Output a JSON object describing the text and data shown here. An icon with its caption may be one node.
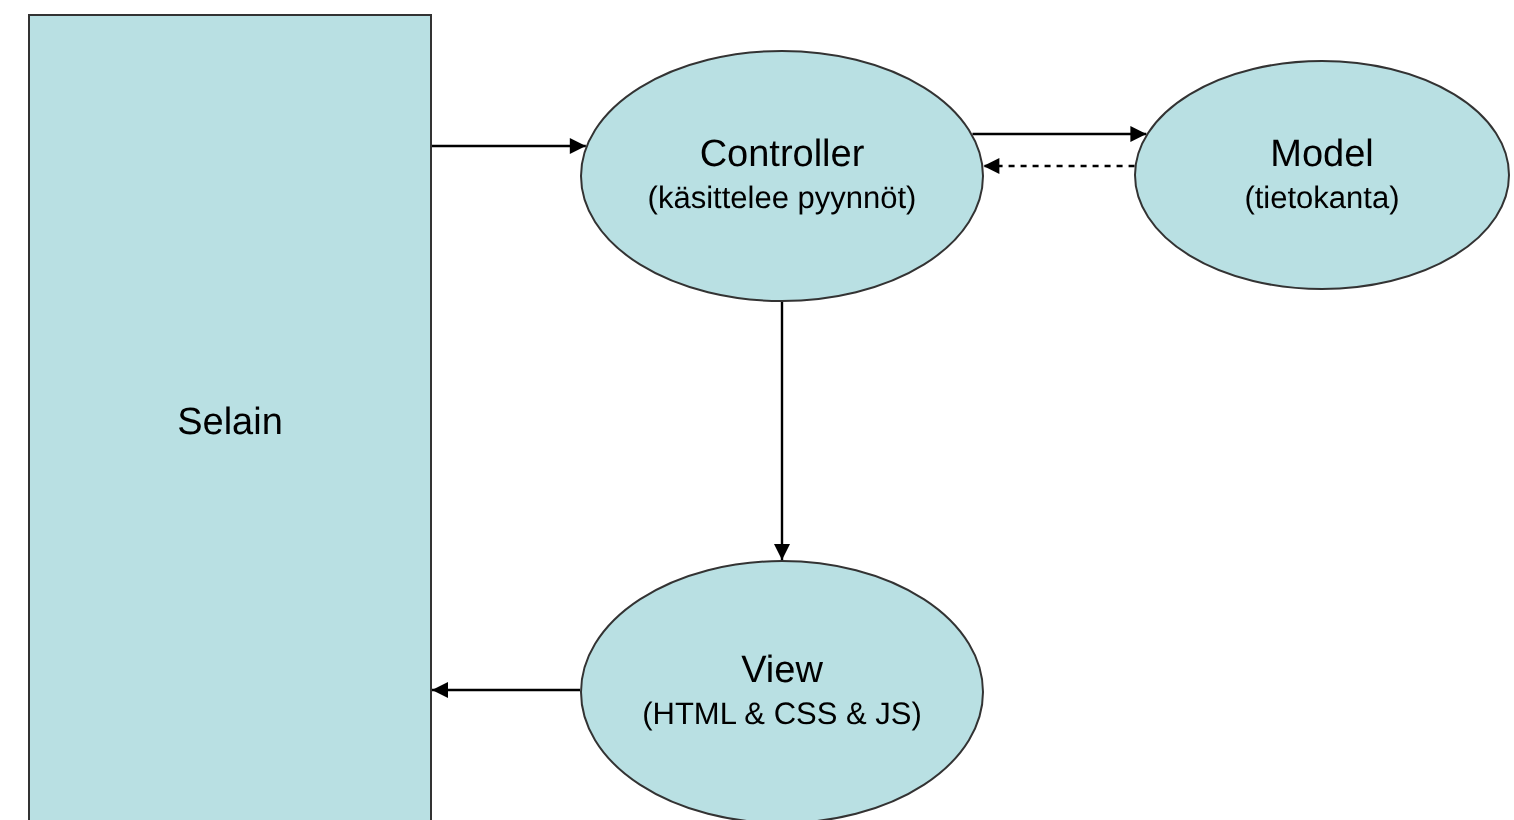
{
  "diagram": {
    "nodes": [
      {
        "text": [
          "Selain"
        ]
      },
      {
        "text": [
          "Controller",
          "(käsittelee pyynnöt)"
        ]
      },
      {
        "text": [
          "Model",
          "(tietokanta)"
        ]
      },
      {
        "text": [
          "View",
          "(HTML & CSS & JS)"
        ]
      }
    ],
    "edges": [
      {
        "from": 0,
        "to": 1,
        "arrow": "to"
      },
      {
        "from": 1,
        "to": 2,
        "arrow": "to"
      },
      {
        "from": 2,
        "to": 1,
        "arrow": "to",
        "style": "dashed"
      },
      {
        "from": 1,
        "to": 3,
        "arrow": "to"
      },
      {
        "from": 3,
        "to": 0,
        "arrow": "to"
      }
    ]
  }
}
